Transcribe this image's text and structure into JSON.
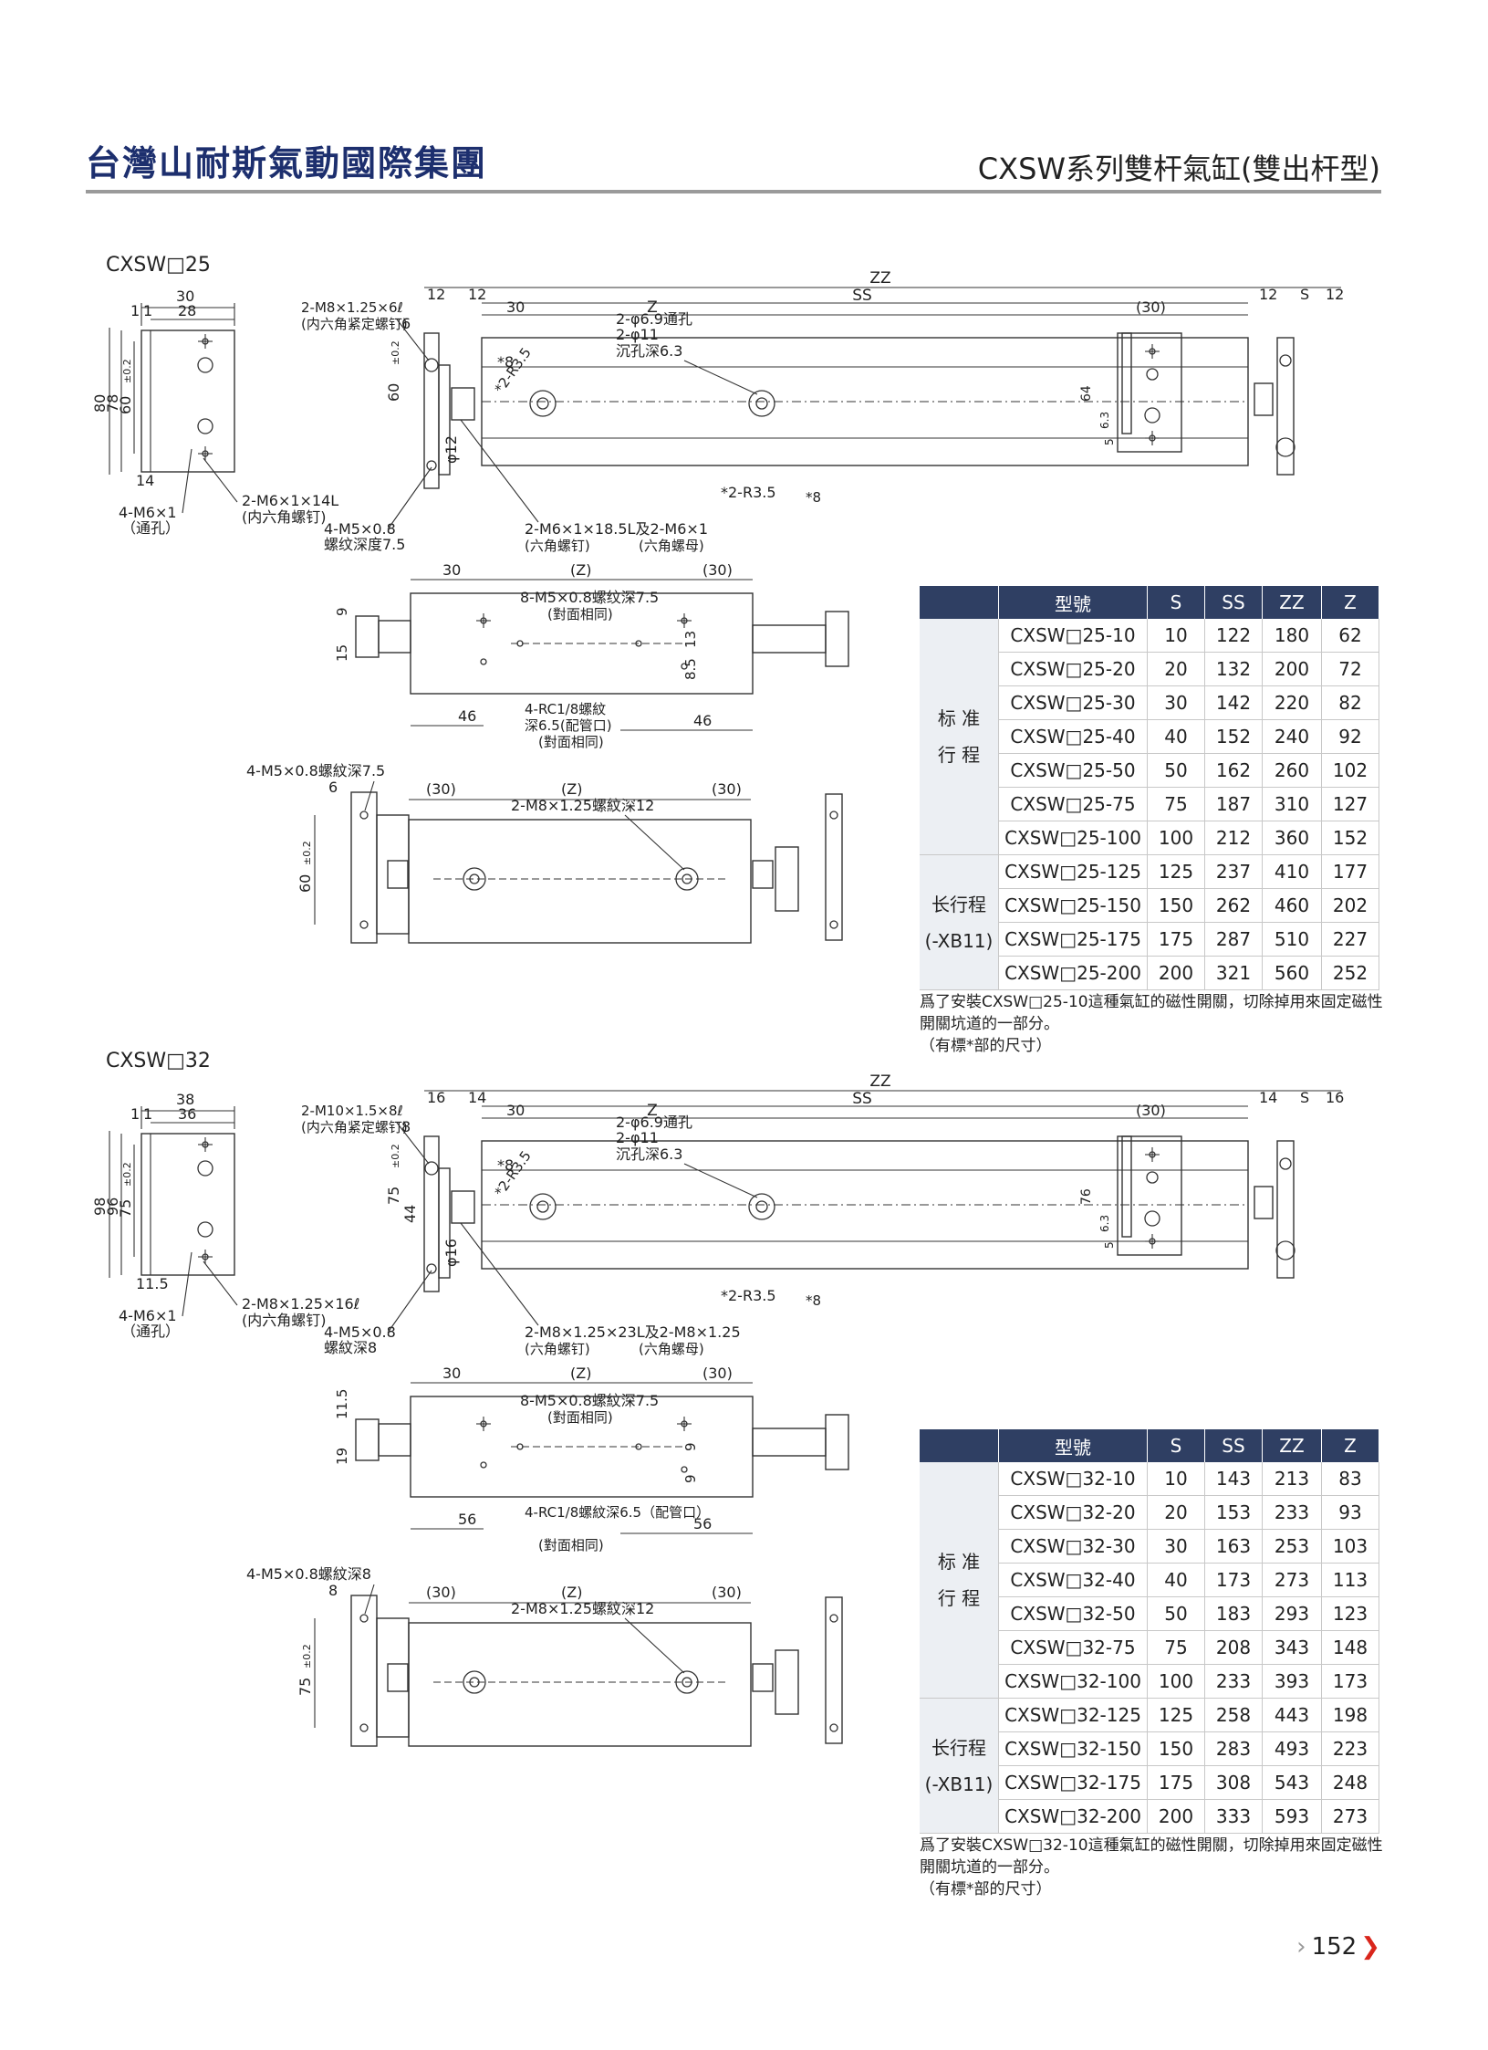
{
  "header": {
    "brand": "台灣山耐斯氣動國際集團",
    "series_title": "CXSW系列雙杆氣缸(雙出杆型)"
  },
  "sections": [
    {
      "model": "CXSW□25",
      "labels": {
        "zz": "ZZ",
        "ss": "SS",
        "z": "Z",
        "s": "S",
        "l30": "30",
        "l28": "28",
        "l1a": "1",
        "l1b": "1",
        "l80": "80",
        "l78": "78",
        "l60": "60",
        "l60tol": "±0.2",
        "l14": "14",
        "m6x1": "4-M6×1",
        "tonghole": "（通孔）",
        "m6x1x14": "2-M6×1×14L",
        "hexbolt": "(内六角螺钉)",
        "m8set": "2-M8×1.25×6ℓ",
        "hexset": "(内六角紧定螺钉)",
        "l6": "6",
        "l12a": "12",
        "l12b": "12",
        "l30b": "30",
        "l30p": "(30)",
        "l12c": "12",
        "l12d": "12",
        "star8": "*8",
        "r35": "*2-R3.5",
        "phi69": "2-φ6.9通孔",
        "phi11": "2-φ11",
        "cb": "沉孔深6.3",
        "h60": "60",
        "h60tol": "±0.2",
        "phi12": "φ12",
        "m5": "4-M5×0.8",
        "m5d": "螺纹深度7.5",
        "m6nut": "2-M6×1×18.5L及2-M6×1",
        "hexscrew": "(六角螺钉)",
        "hexnut": "(六角螺母)",
        "r35b": "*2-R3.5",
        "star8b": "*8",
        "s_l30": "30",
        "s_z": "(Z)",
        "s_30": "(30)",
        "s_m5": "8-M5×0.8螺纹深7.5",
        "s_same": "(對面相同)",
        "s_9": "9",
        "s_15": "15",
        "s_13": "13",
        "s_85": "8.5",
        "s_46a": "46",
        "s_46b": "46",
        "s_rc": "4-RC1/8螺紋",
        "s_rc2": "深6.5(配管口)",
        "s_same2": "(對面相同)",
        "b_m5": "4-M5×0.8螺紋深7.5",
        "b_6": "6",
        "b_30a": "(30)",
        "b_z": "(Z)",
        "b_30b": "(30)",
        "b_m8": "2-M8×1.25螺紋深12",
        "b_60": "60",
        "b_60tol": "±0.2",
        "sv_64": "64",
        "sv_63": "6.3",
        "sv_5": "5"
      },
      "table": {
        "headers": [
          "型號",
          "S",
          "SS",
          "ZZ",
          "Z"
        ],
        "groups": [
          {
            "name_lines": [
              "标 准",
              "行 程"
            ],
            "rows": [
              [
                "CXSW□25-10",
                "10",
                "122",
                "180",
                "62"
              ],
              [
                "CXSW□25-20",
                "20",
                "132",
                "200",
                "72"
              ],
              [
                "CXSW□25-30",
                "30",
                "142",
                "220",
                "82"
              ],
              [
                "CXSW□25-40",
                "40",
                "152",
                "240",
                "92"
              ],
              [
                "CXSW□25-50",
                "50",
                "162",
                "260",
                "102"
              ],
              [
                "CXSW□25-75",
                "75",
                "187",
                "310",
                "127"
              ],
              [
                "CXSW□25-100",
                "100",
                "212",
                "360",
                "152"
              ]
            ]
          },
          {
            "name_lines": [
              "长行程",
              "(-XB11)"
            ],
            "rows": [
              [
                "CXSW□25-125",
                "125",
                "237",
                "410",
                "177"
              ],
              [
                "CXSW□25-150",
                "150",
                "262",
                "460",
                "202"
              ],
              [
                "CXSW□25-175",
                "175",
                "287",
                "510",
                "227"
              ],
              [
                "CXSW□25-200",
                "200",
                "321",
                "560",
                "252"
              ]
            ]
          }
        ]
      },
      "note_lines": [
        "爲了安裝CXSW□25-10這種氣缸的磁性開關，切除掉用來固定磁性",
        "開關坑道的一部分。",
        "（有標*部的尺寸）"
      ]
    },
    {
      "model": "CXSW□32",
      "labels": {
        "zz": "ZZ",
        "ss": "SS",
        "z": "Z",
        "s": "S",
        "l30": "38",
        "l28": "36",
        "l1a": "1",
        "l1b": "1",
        "l80": "98",
        "l78": "96",
        "l60": "75",
        "l60tol": "±0.2",
        "l14": "11.5",
        "m6x1": "4-M6×1",
        "tonghole": "（通孔）",
        "m6x1x14": "2-M8×1.25×16ℓ",
        "hexbolt": "(内六角螺钉)",
        "m8set": "2-M10×1.5×8ℓ",
        "hexset": "(内六角紧定螺钉)",
        "l6": "8",
        "l12a": "16",
        "l12b": "14",
        "l30b": "30",
        "l30p": "(30)",
        "l12c": "14",
        "l12d": "16",
        "star8": "*8",
        "r35": "*2-R3.5",
        "phi69": "2-φ6.9通孔",
        "phi11": "2-φ11",
        "cb": "沉孔深6.3",
        "h60": "75",
        "h60tol": "±0.2",
        "phi12": "φ16",
        "h44": "44",
        "m5": "4-M5×0.8",
        "m5d": "螺紋深8",
        "m6nut": "2-M8×1.25×23L及2-M8×1.25",
        "hexscrew": "(六角螺钉)",
        "hexnut": "(六角螺母)",
        "r35b": "*2-R3.5",
        "star8b": "*8",
        "s_l30": "30",
        "s_z": "(Z)",
        "s_30": "(30)",
        "s_m5": "8-M5×0.8螺紋深7.5",
        "s_same": "(對面相同)",
        "s_9": "11.5",
        "s_15": "19",
        "s_13": "9",
        "s_85": "9",
        "s_46a": "56",
        "s_46b": "56",
        "s_rc": "4-RC1/8螺紋深6.5（配管口）",
        "s_rc2": "",
        "s_same2": "(對面相同)",
        "b_m5": "4-M5×0.8螺紋深8",
        "b_6": "8",
        "b_30a": "(30)",
        "b_z": "(Z)",
        "b_30b": "(30)",
        "b_m8": "2-M8×1.25螺紋深12",
        "b_60": "75",
        "b_60tol": "±0.2",
        "sv_64": "76",
        "sv_63": "6.3",
        "sv_5": "5"
      },
      "table": {
        "headers": [
          "型號",
          "S",
          "SS",
          "ZZ",
          "Z"
        ],
        "groups": [
          {
            "name_lines": [
              "标 准",
              "行 程"
            ],
            "rows": [
              [
                "CXSW□32-10",
                "10",
                "143",
                "213",
                "83"
              ],
              [
                "CXSW□32-20",
                "20",
                "153",
                "233",
                "93"
              ],
              [
                "CXSW□32-30",
                "30",
                "163",
                "253",
                "103"
              ],
              [
                "CXSW□32-40",
                "40",
                "173",
                "273",
                "113"
              ],
              [
                "CXSW□32-50",
                "50",
                "183",
                "293",
                "123"
              ],
              [
                "CXSW□32-75",
                "75",
                "208",
                "343",
                "148"
              ],
              [
                "CXSW□32-100",
                "100",
                "233",
                "393",
                "173"
              ]
            ]
          },
          {
            "name_lines": [
              "长行程",
              "(-XB11)"
            ],
            "rows": [
              [
                "CXSW□32-125",
                "125",
                "258",
                "443",
                "198"
              ],
              [
                "CXSW□32-150",
                "150",
                "283",
                "493",
                "223"
              ],
              [
                "CXSW□32-175",
                "175",
                "308",
                "543",
                "248"
              ],
              [
                "CXSW□32-200",
                "200",
                "333",
                "593",
                "273"
              ]
            ]
          }
        ]
      },
      "note_lines": [
        "爲了安裝CXSW□32-10這種氣缸的磁性開關，切除掉用來固定磁性",
        "開關坑道的一部分。",
        "（有標*部的尺寸）"
      ]
    }
  ],
  "page": {
    "number": "152"
  }
}
